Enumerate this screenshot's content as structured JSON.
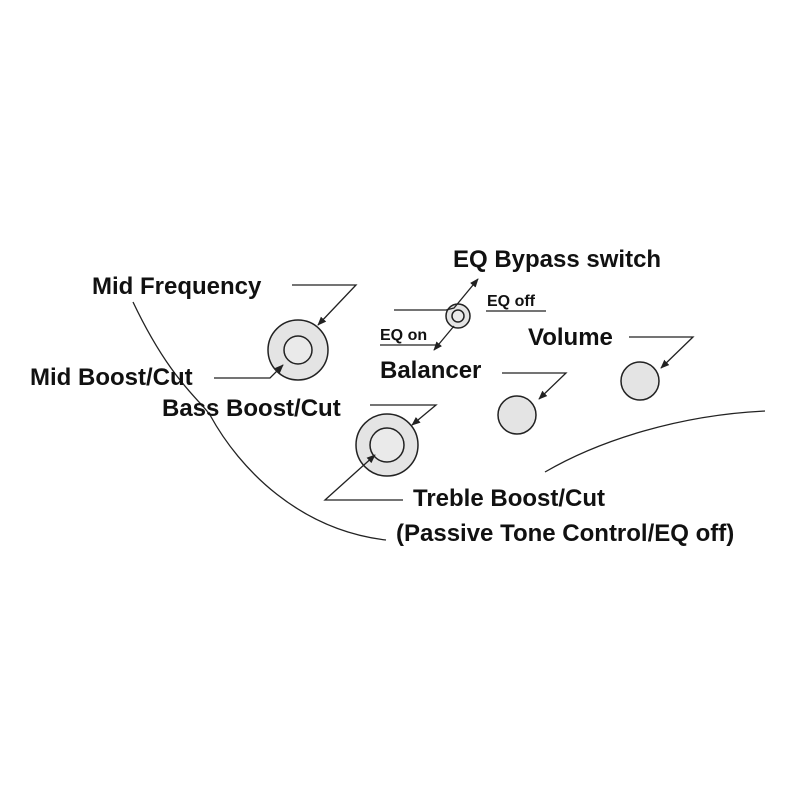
{
  "labels": {
    "mid_frequency": "Mid Frequency",
    "mid_boost_cut": "Mid Boost/Cut",
    "bass_boost_cut": "Bass Boost/Cut",
    "eq_bypass_switch": "EQ Bypass switch",
    "eq_off": "EQ off",
    "eq_on": "EQ on",
    "volume": "Volume",
    "balancer": "Balancer",
    "treble_boost_cut": "Treble Boost/Cut",
    "treble_note": "(Passive Tone Control/EQ off)"
  },
  "colors": {
    "line": "#222222",
    "knob_fill": "#e4e4e4",
    "text": "#111111"
  }
}
